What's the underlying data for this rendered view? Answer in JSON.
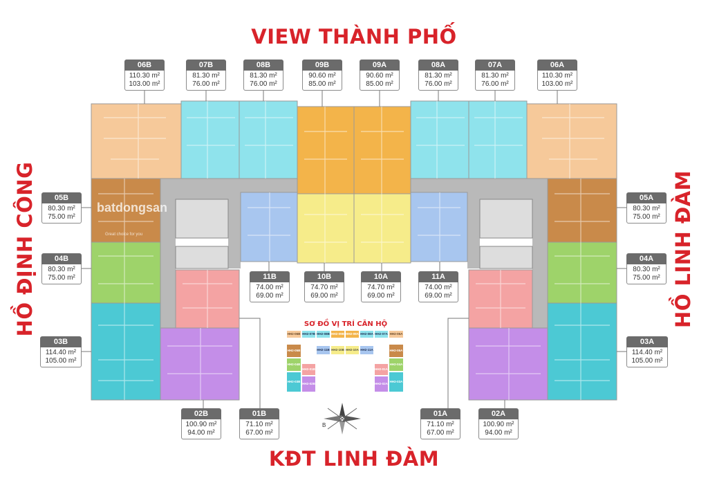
{
  "headings": {
    "top": "VIEW THÀNH PHỐ",
    "bottom": "KĐT LINH ĐÀM",
    "left": "HỒ ĐỊNH CÔNG",
    "right": "HỒ LINH ĐÀM"
  },
  "units": [
    {
      "code": "06B",
      "area1": "110.30 m²",
      "area2": "103.00 m²"
    },
    {
      "code": "07B",
      "area1": "81.30 m²",
      "area2": "76.00 m²"
    },
    {
      "code": "08B",
      "area1": "81.30 m²",
      "area2": "76.00 m²"
    },
    {
      "code": "09B",
      "area1": "90.60 m²",
      "area2": "85.00 m²"
    },
    {
      "code": "09A",
      "area1": "90.60 m²",
      "area2": "85.00 m²"
    },
    {
      "code": "08A",
      "area1": "81.30 m²",
      "area2": "76.00 m²"
    },
    {
      "code": "07A",
      "area1": "81.30 m²",
      "area2": "76.00 m²"
    },
    {
      "code": "06A",
      "area1": "110.30 m²",
      "area2": "103.00 m²"
    },
    {
      "code": "05B",
      "area1": "80.30 m²",
      "area2": "75.00 m²"
    },
    {
      "code": "04B",
      "area1": "80.30 m²",
      "area2": "75.00 m²"
    },
    {
      "code": "03B",
      "area1": "114.40 m²",
      "area2": "105.00 m²"
    },
    {
      "code": "05A",
      "area1": "80.30 m²",
      "area2": "75.00 m²"
    },
    {
      "code": "04A",
      "area1": "80.30 m²",
      "area2": "75.00 m²"
    },
    {
      "code": "03A",
      "area1": "114.40 m²",
      "area2": "105.00 m²"
    },
    {
      "code": "11B",
      "area1": "74.00 m²",
      "area2": "69.00 m²"
    },
    {
      "code": "10B",
      "area1": "74.70 m²",
      "area2": "69.00 m²"
    },
    {
      "code": "10A",
      "area1": "74.70 m²",
      "area2": "69.00 m²"
    },
    {
      "code": "11A",
      "area1": "74.00 m²",
      "area2": "69.00 m²"
    },
    {
      "code": "02B",
      "area1": "100.90 m²",
      "area2": "94.00 m²"
    },
    {
      "code": "01B",
      "area1": "71.10 m²",
      "area2": "67.00 m²"
    },
    {
      "code": "01A",
      "area1": "71.10 m²",
      "area2": "67.00 m²"
    },
    {
      "code": "02A",
      "area1": "100.90 m²",
      "area2": "94.00 m²"
    }
  ],
  "mini_map": {
    "title": "SƠ ĐỒ VỊ TRÍ CĂN HỘ",
    "cells": [
      "HH2-06B",
      "HH2-07B",
      "HH2-08B",
      "HH2-09B",
      "HH2-09A",
      "HH2-08A",
      "HH2-07A",
      "HH2-06A",
      "HH2-05B",
      "HH2-05A",
      "HH2-04B",
      "HH2-04A",
      "HH2-03B",
      "HH2-03A",
      "HH2-11B",
      "HH2-10B",
      "HH2-10A",
      "HH2-11A",
      "HH2-01B",
      "HH2-01A",
      "HH2-02B",
      "HH2-02A"
    ]
  },
  "compass": {
    "label": "B"
  },
  "watermark": {
    "brand": "batdongsan",
    "sub": "Great choice for you"
  },
  "colors": {
    "heading": "#d8232a",
    "peach": "#f6c99a",
    "cyan": "#8fe3ec",
    "orange": "#f3b44a",
    "brown": "#c98a4a",
    "green": "#9ed36a",
    "teal": "#4cc9d4",
    "blue": "#a8c6ef",
    "yellow": "#f6ec8a",
    "pink": "#f4a3a3",
    "purple": "#c48ee8",
    "core": "#b8b8b8"
  }
}
